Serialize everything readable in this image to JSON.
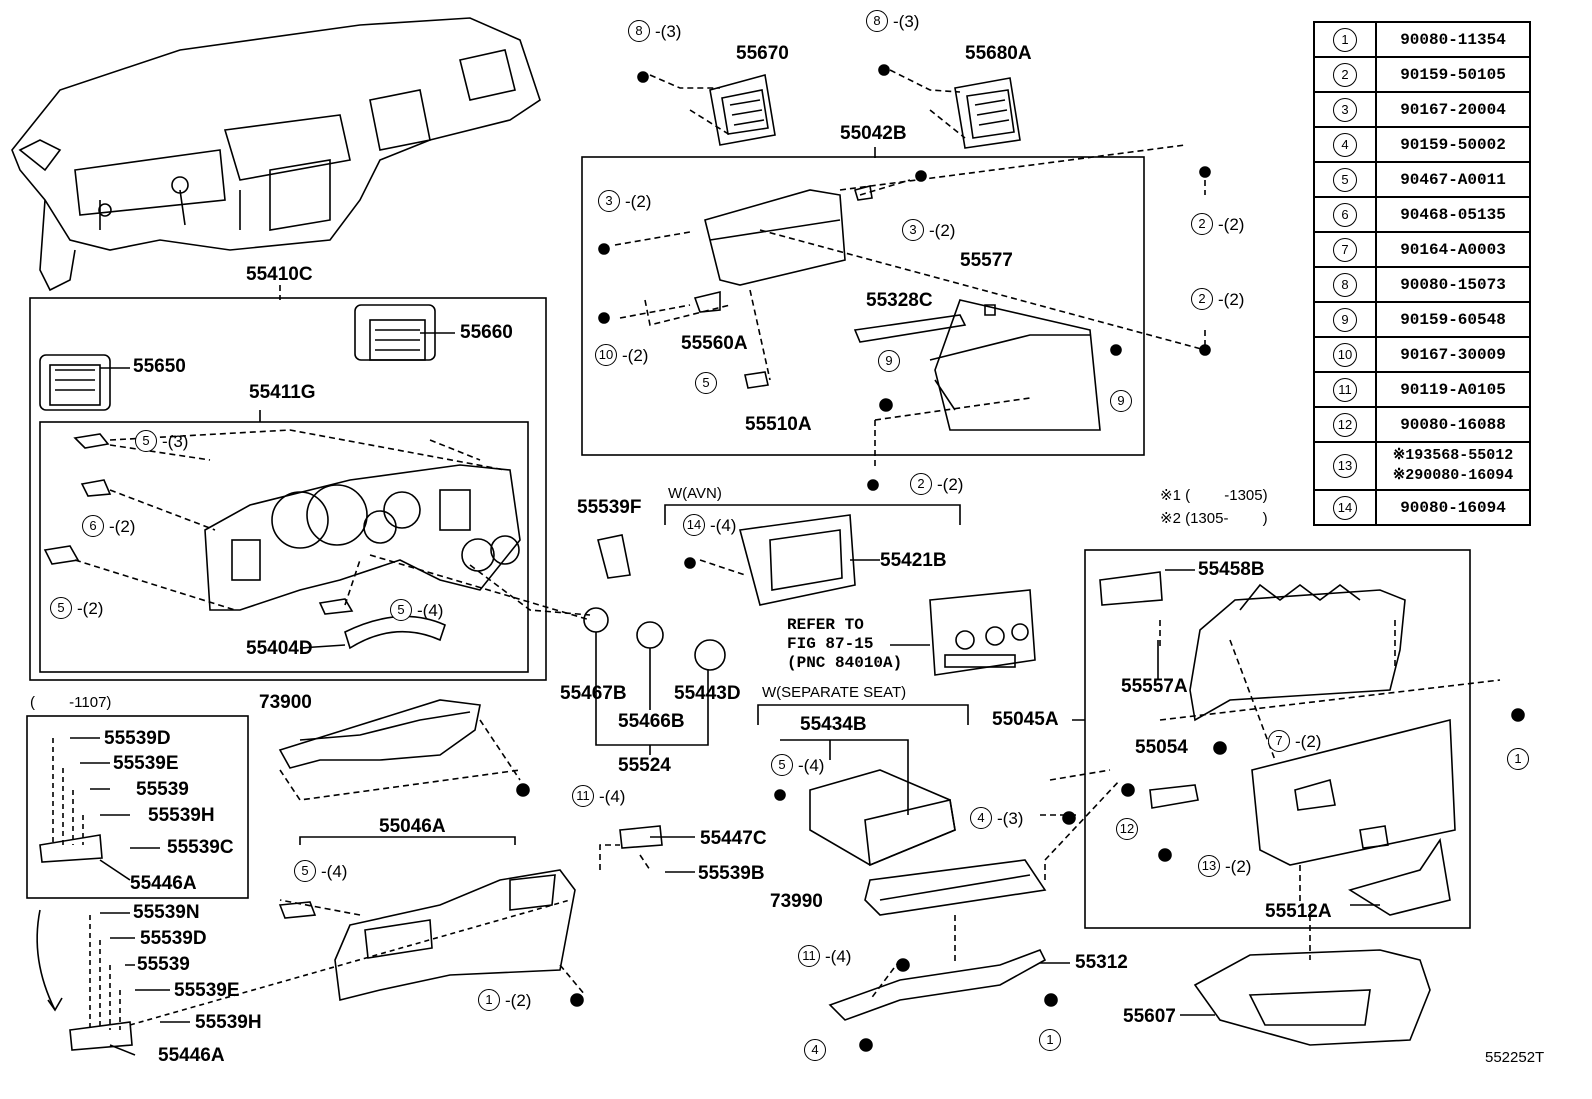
{
  "legend": [
    {
      "num": "1",
      "part": "90080-11354"
    },
    {
      "num": "2",
      "part": "90159-50105"
    },
    {
      "num": "3",
      "part": "90167-20004"
    },
    {
      "num": "4",
      "part": "90159-50002"
    },
    {
      "num": "5",
      "part": "90467-A0011"
    },
    {
      "num": "6",
      "part": "90468-05135"
    },
    {
      "num": "7",
      "part": "90164-A0003"
    },
    {
      "num": "8",
      "part": "90080-15073"
    },
    {
      "num": "9",
      "part": "90159-60548"
    },
    {
      "num": "10",
      "part": "90167-30009"
    },
    {
      "num": "11",
      "part": "90119-A0105"
    },
    {
      "num": "12",
      "part": "90080-16088"
    },
    {
      "num": "13",
      "part": "※193568-55012\n※290080-16094"
    },
    {
      "num": "14",
      "part": "90080-16094"
    }
  ],
  "footnotes": {
    "n1": "※1 (　　  -1305)",
    "n2": "※2 (1305-　　  )"
  },
  "parts": {
    "p55410C": "55410C",
    "p55660": "55660",
    "p55650": "55650",
    "p55411G": "55411G",
    "p55404D": "55404D",
    "p55670": "55670",
    "p55680A": "55680A",
    "p55042B": "55042B",
    "p55577": "55577",
    "p55328C": "55328C",
    "p55560A": "55560A",
    "p55510A": "55510A",
    "p55539F": "55539F",
    "p55421B": "55421B",
    "p55467B": "55467B",
    "p55443D": "55443D",
    "p55466B": "55466B",
    "p55524": "55524",
    "p73900": "73900",
    "p55046A": "55046A",
    "p55447C": "55447C",
    "p55539B": "55539B",
    "p55434B": "55434B",
    "p73990": "73990",
    "p55312": "55312",
    "p55458B": "55458B",
    "p55557A": "55557A",
    "p55045A": "55045A",
    "p55054": "55054",
    "p55512A": "55512A",
    "p55607": "55607",
    "p55539D": "55539D",
    "p55539E": "55539E",
    "p55539": "55539",
    "p55539H": "55539H",
    "p55539C": "55539C",
    "p55446A": "55446A",
    "p55539N": "55539N",
    "p55539D2": "55539D",
    "p55539_2": "55539",
    "p55539E2": "55539E",
    "p55539H2": "55539H",
    "p55446A2": "55446A"
  },
  "notes": {
    "avn": "W(AVN)",
    "sep": "W(SEPARATE SEAT)",
    "range1107": "(　　  -1107)",
    "refer": "REFER TO\nFIG 87-15\n(PNC 84010A)",
    "code": "552252T"
  },
  "callouts": {
    "c8a": "8",
    "q8a": "-(3)",
    "c8b": "8",
    "q8b": "-(3)",
    "c3a": "3",
    "q3a": "-(2)",
    "c3b": "3",
    "q3b": "-(2)",
    "c2a": "2",
    "q2a": "-(2)",
    "c2b": "2",
    "q2b": "-(2)",
    "c2c": "2",
    "q2c": "-(2)",
    "c10": "10",
    "q10": "-(2)",
    "c5a": "5",
    "c9a": "9",
    "c9b": "9",
    "c5b": "5",
    "q5b": "-(3)",
    "c6": "6",
    "q6": "-(2)",
    "c5c": "5",
    "q5c": "-(2)",
    "c5d": "5",
    "q5d": "-(4)",
    "c14": "14",
    "q14": "-(4)",
    "c11a": "11",
    "q11a": "-(4)",
    "c5e": "5",
    "q5e": "-(4)",
    "c5f": "5",
    "q5f": "-(4)",
    "c4a": "4",
    "q4a": "-(3)",
    "c11b": "11",
    "q11b": "-(4)",
    "c1a": "1",
    "q1a": "-(2)",
    "c4b": "4",
    "c1b": "1",
    "c7": "7",
    "q7": "-(2)",
    "c12": "12",
    "c13": "13",
    "q13": "-(2)",
    "c1c": "1"
  }
}
